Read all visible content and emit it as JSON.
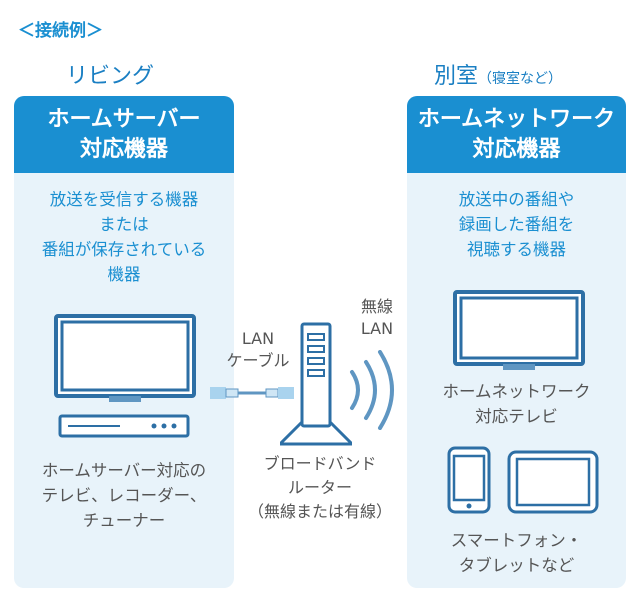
{
  "header": {
    "label": "＜接続例＞"
  },
  "left": {
    "room": "リビング",
    "head_line1": "ホームサーバー",
    "head_line2": "対応機器",
    "desc_lines": [
      "放送を受信する機器",
      "または",
      "番組が保存されている",
      "機器"
    ],
    "caption_lines": [
      "ホームサーバー対応の",
      "テレビ、レコーダー、",
      "チューナー"
    ]
  },
  "middle": {
    "cable_label_line1": "LAN",
    "cable_label_line2": "ケーブル",
    "wireless_label_line1": "無線",
    "wireless_label_line2": "LAN",
    "router_lines": [
      "ブロードバンド",
      "ルーター",
      "（無線または有線）"
    ]
  },
  "right": {
    "room": "別室",
    "room_sub": "（寝室など）",
    "head_line1": "ホームネットワーク",
    "head_line2": "対応機器",
    "desc_lines": [
      "放送中の番組や",
      "録画した番組を",
      "視聴する機器"
    ],
    "tv_caption_lines": [
      "ホームネットワーク",
      "対応テレビ"
    ],
    "mobile_caption_lines": [
      "スマートフォン・",
      "タブレットなど"
    ]
  },
  "colors": {
    "accent": "#1a8fd1",
    "panel_bg": "#e8f3fa",
    "device_fill": "#5f96c2",
    "device_stroke": "#2d6fa5"
  },
  "icons": [
    "tv-icon",
    "recorder-icon",
    "lan-cable-icon",
    "router-icon",
    "wireless-wave-icon",
    "smartphone-icon",
    "tablet-icon"
  ]
}
